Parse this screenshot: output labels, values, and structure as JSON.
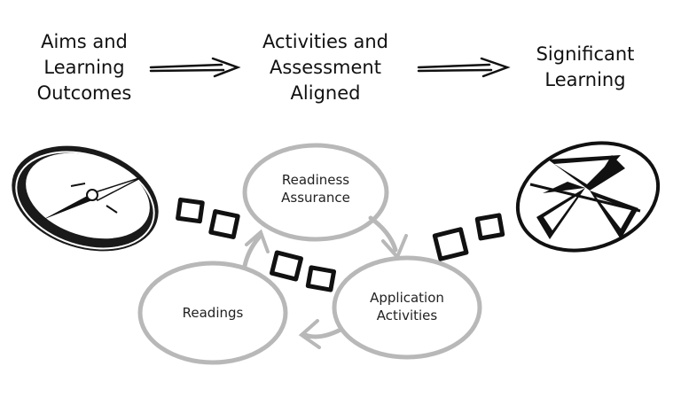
{
  "headings": {
    "aims": "Aims and\nLearning\nOutcomes",
    "activities": "Activities and\nAssessment\nAligned",
    "significant": "Significant\nLearning"
  },
  "nodes": {
    "readiness": [
      "Readiness",
      "Assurance"
    ],
    "readings": "Readings",
    "application": [
      "Application",
      "Activities"
    ]
  },
  "colors": {
    "ink": "#111111",
    "cycle_gray": "#b8b8b8"
  },
  "icons": {
    "start": "compass-icon",
    "end": "target-icon"
  }
}
